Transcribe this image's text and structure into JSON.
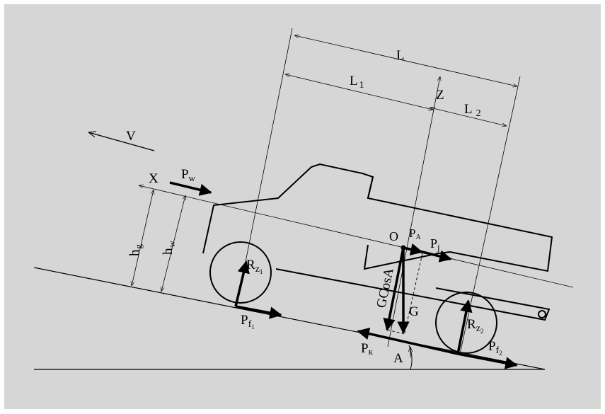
{
  "colors": {
    "background": "#d6d6d6",
    "frame": "#ffffff",
    "stroke": "#000000"
  },
  "labels": {
    "V": "V",
    "X": "X",
    "Pw_main": "P",
    "Pw_sub": "w",
    "L": "L",
    "L1_main": "L",
    "L1_sub": "1",
    "L2_main": "L",
    "L2_sub": "2",
    "Z": "Z",
    "O": "O",
    "PA_main": "P",
    "PA_sub": "A",
    "Pj_main": "P",
    "Pj_sub": "j",
    "hg_main": "h",
    "hg_sub": "g",
    "hw_main": "h",
    "hw_sub": "w",
    "Rz1_main": "R",
    "Rz1_sub": "z",
    "Rz1_subsub": "1",
    "Rz2_main": "R",
    "Rz2_sub": "z",
    "Rz2_subsub": "2",
    "Pf1_main": "P",
    "Pf1_sub": "f",
    "Pf1_subsub": "1",
    "Pf2_main": "P",
    "Pf2_sub": "f",
    "Pf2_subsub": "2",
    "Pk_main": "P",
    "Pk_sub": "к",
    "GcosA": "GCosA",
    "G": "G",
    "A": "A"
  }
}
